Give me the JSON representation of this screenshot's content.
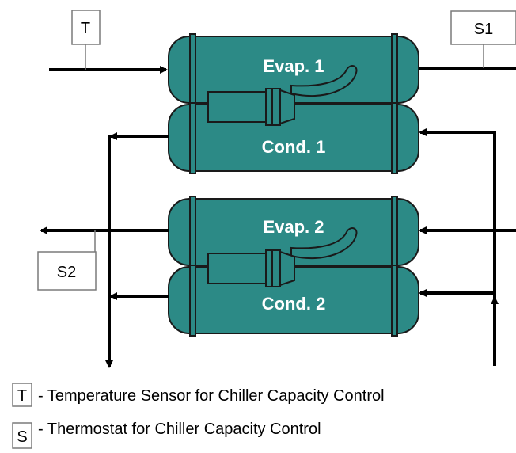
{
  "colors": {
    "vessel_fill": "#2c8a86",
    "vessel_stroke": "#1a1a1a",
    "pipe": "#000000",
    "label_box_stroke": "#7a7a7a"
  },
  "vessels": {
    "evap1": "Evap. 1",
    "cond1": "Cond. 1",
    "evap2": "Evap. 2",
    "cond2": "Cond. 2"
  },
  "sensors": {
    "t": "T",
    "s1": "S1",
    "s2": "S2"
  },
  "legend": {
    "t_symbol": "T",
    "t_text": "- Temperature Sensor for Chiller Capacity Control",
    "s_symbol": "S",
    "s_text": "- Thermostat for Chiller Capacity Control"
  }
}
